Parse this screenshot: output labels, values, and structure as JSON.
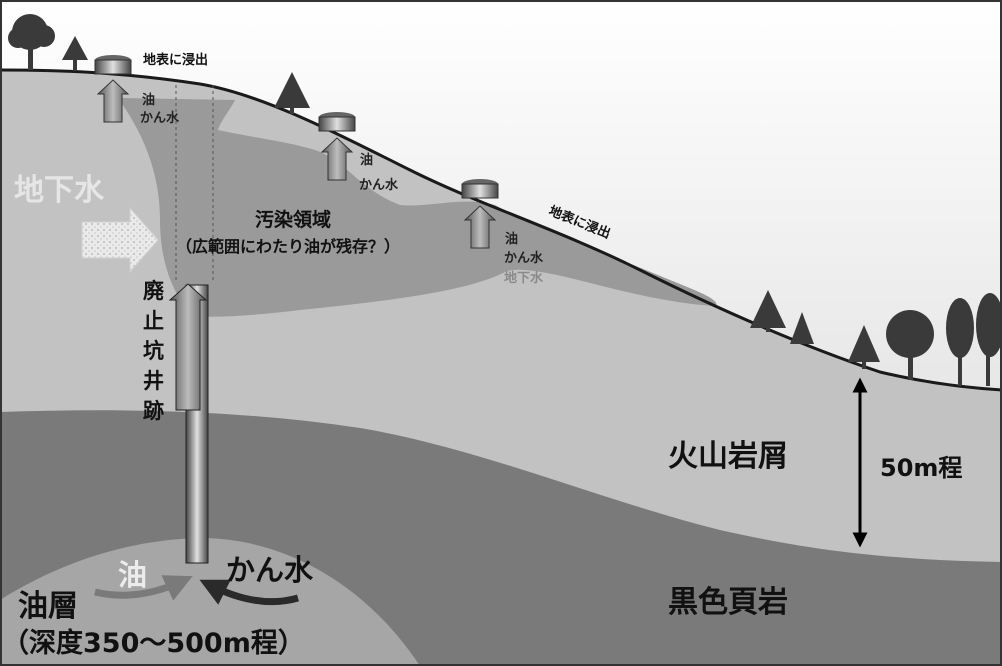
{
  "labels": {
    "seep_top": "地表に浸出",
    "seep_right": "地表に浸出",
    "contamination_title": "汚染領域",
    "contamination_note": "（広範囲にわたり油が残存？）",
    "groundwater": "地下水",
    "abandoned_well": [
      "廃",
      "止",
      "坑",
      "井",
      "跡"
    ],
    "volcanic_debris": "火山岩屑",
    "depth_50m": "50m程",
    "black_shale": "黒色頁岩",
    "oil_layer": "油層",
    "oil_layer_depth": "（深度350～500m程）",
    "oil_arrow": "油",
    "brine_arrow": "かん水"
  },
  "seeps": [
    {
      "oil": "油",
      "brine": "かん水",
      "groundwater": ""
    },
    {
      "oil": "油",
      "brine": "かん水",
      "groundwater": ""
    },
    {
      "oil": "油",
      "brine": "かん水",
      "groundwater": "地下水"
    }
  ],
  "colors": {
    "sky_top": "#ffffff",
    "sky_bottom": "#d9d9d9",
    "volcanic_layer": "#c2c2c2",
    "contamination": "#9a9a9a",
    "shale_layer": "#7a7a7a",
    "oil_dome": "#a4a4a4",
    "ground_line": "#1a1a1a",
    "white_label": "#ffffff"
  }
}
